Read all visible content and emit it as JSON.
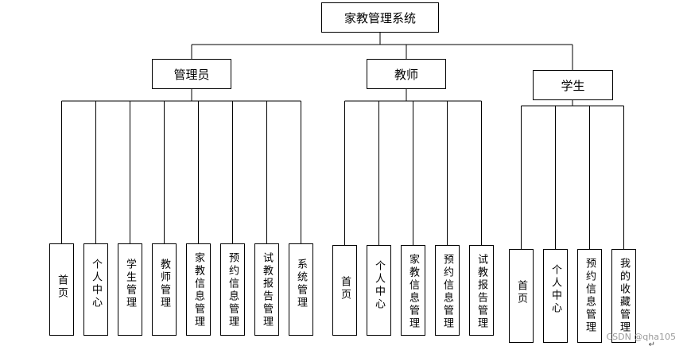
{
  "root": {
    "label": "家教管理系统"
  },
  "groups": [
    {
      "label": "管理员",
      "children": [
        "首页",
        "个人中心",
        "学生管理",
        "教师管理",
        "家教信息管理",
        "预约信息管理",
        "试教报告管理",
        "系统管理"
      ]
    },
    {
      "label": "教师",
      "children": [
        "首页",
        "个人中心",
        "家教信息管理",
        "预约信息管理",
        "试教报告管理"
      ]
    },
    {
      "label": "学生",
      "children": [
        "首页",
        "个人中心",
        "预约信息管理",
        "我的收藏管理"
      ]
    }
  ],
  "watermark": "CSDN @qha105",
  "return_mark": "↵"
}
